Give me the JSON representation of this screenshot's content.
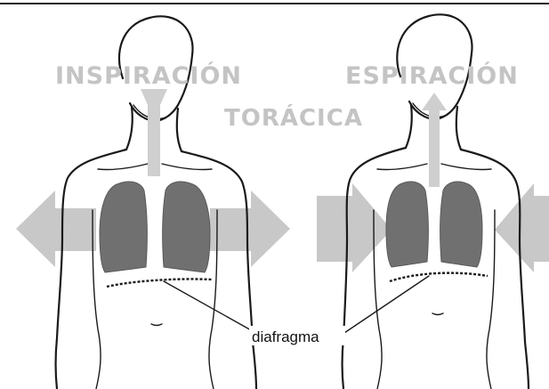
{
  "labels": {
    "left_heading": "INSPIRACIÓN",
    "right_heading": "ESPIRACIÓN",
    "center_subheading": "TORÁCICA",
    "callout": "diafragma"
  },
  "colors": {
    "lung_fill": "#707070",
    "arrow_fill": "#c8c8c8",
    "heading_text": "#c4c4c4",
    "outline": "#1a1a1a"
  },
  "figures": [
    {
      "id": "inspiration-figure",
      "airflow": "inward",
      "chest_arrows": "outward"
    },
    {
      "id": "expiration-figure",
      "airflow": "outward",
      "chest_arrows": "inward"
    }
  ]
}
